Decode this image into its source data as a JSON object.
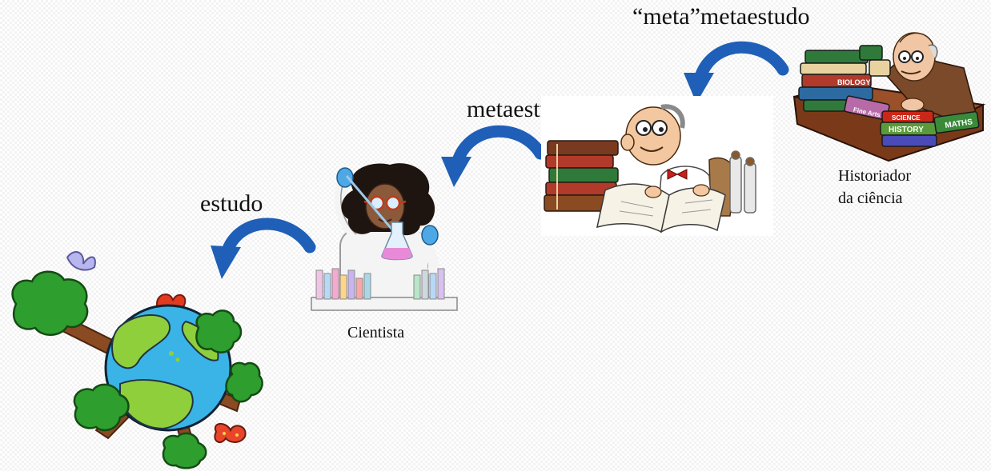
{
  "labels": {
    "estudo": "estudo",
    "metaestudo": "metaestudo",
    "metametaestudo": "“meta”metaestudo",
    "cientista": "Cientista",
    "historiador_line1": "Historiador",
    "historiador_line2": "da ciência"
  },
  "book_spines": {
    "biology": "BIOLOGY",
    "science": "SCIENCE",
    "history": "HISTORY",
    "maths": "MATHS",
    "fine_arts": "Fine Arts"
  },
  "colors": {
    "arrow": "#1f5fb8",
    "arrow_dark": "#184a92",
    "earth_ocean": "#3ab4e6",
    "earth_land": "#8fcf3c",
    "tree_leaves": "#2e9e2e",
    "book_red": "#b23a2a",
    "book_green": "#2f7a3a"
  }
}
